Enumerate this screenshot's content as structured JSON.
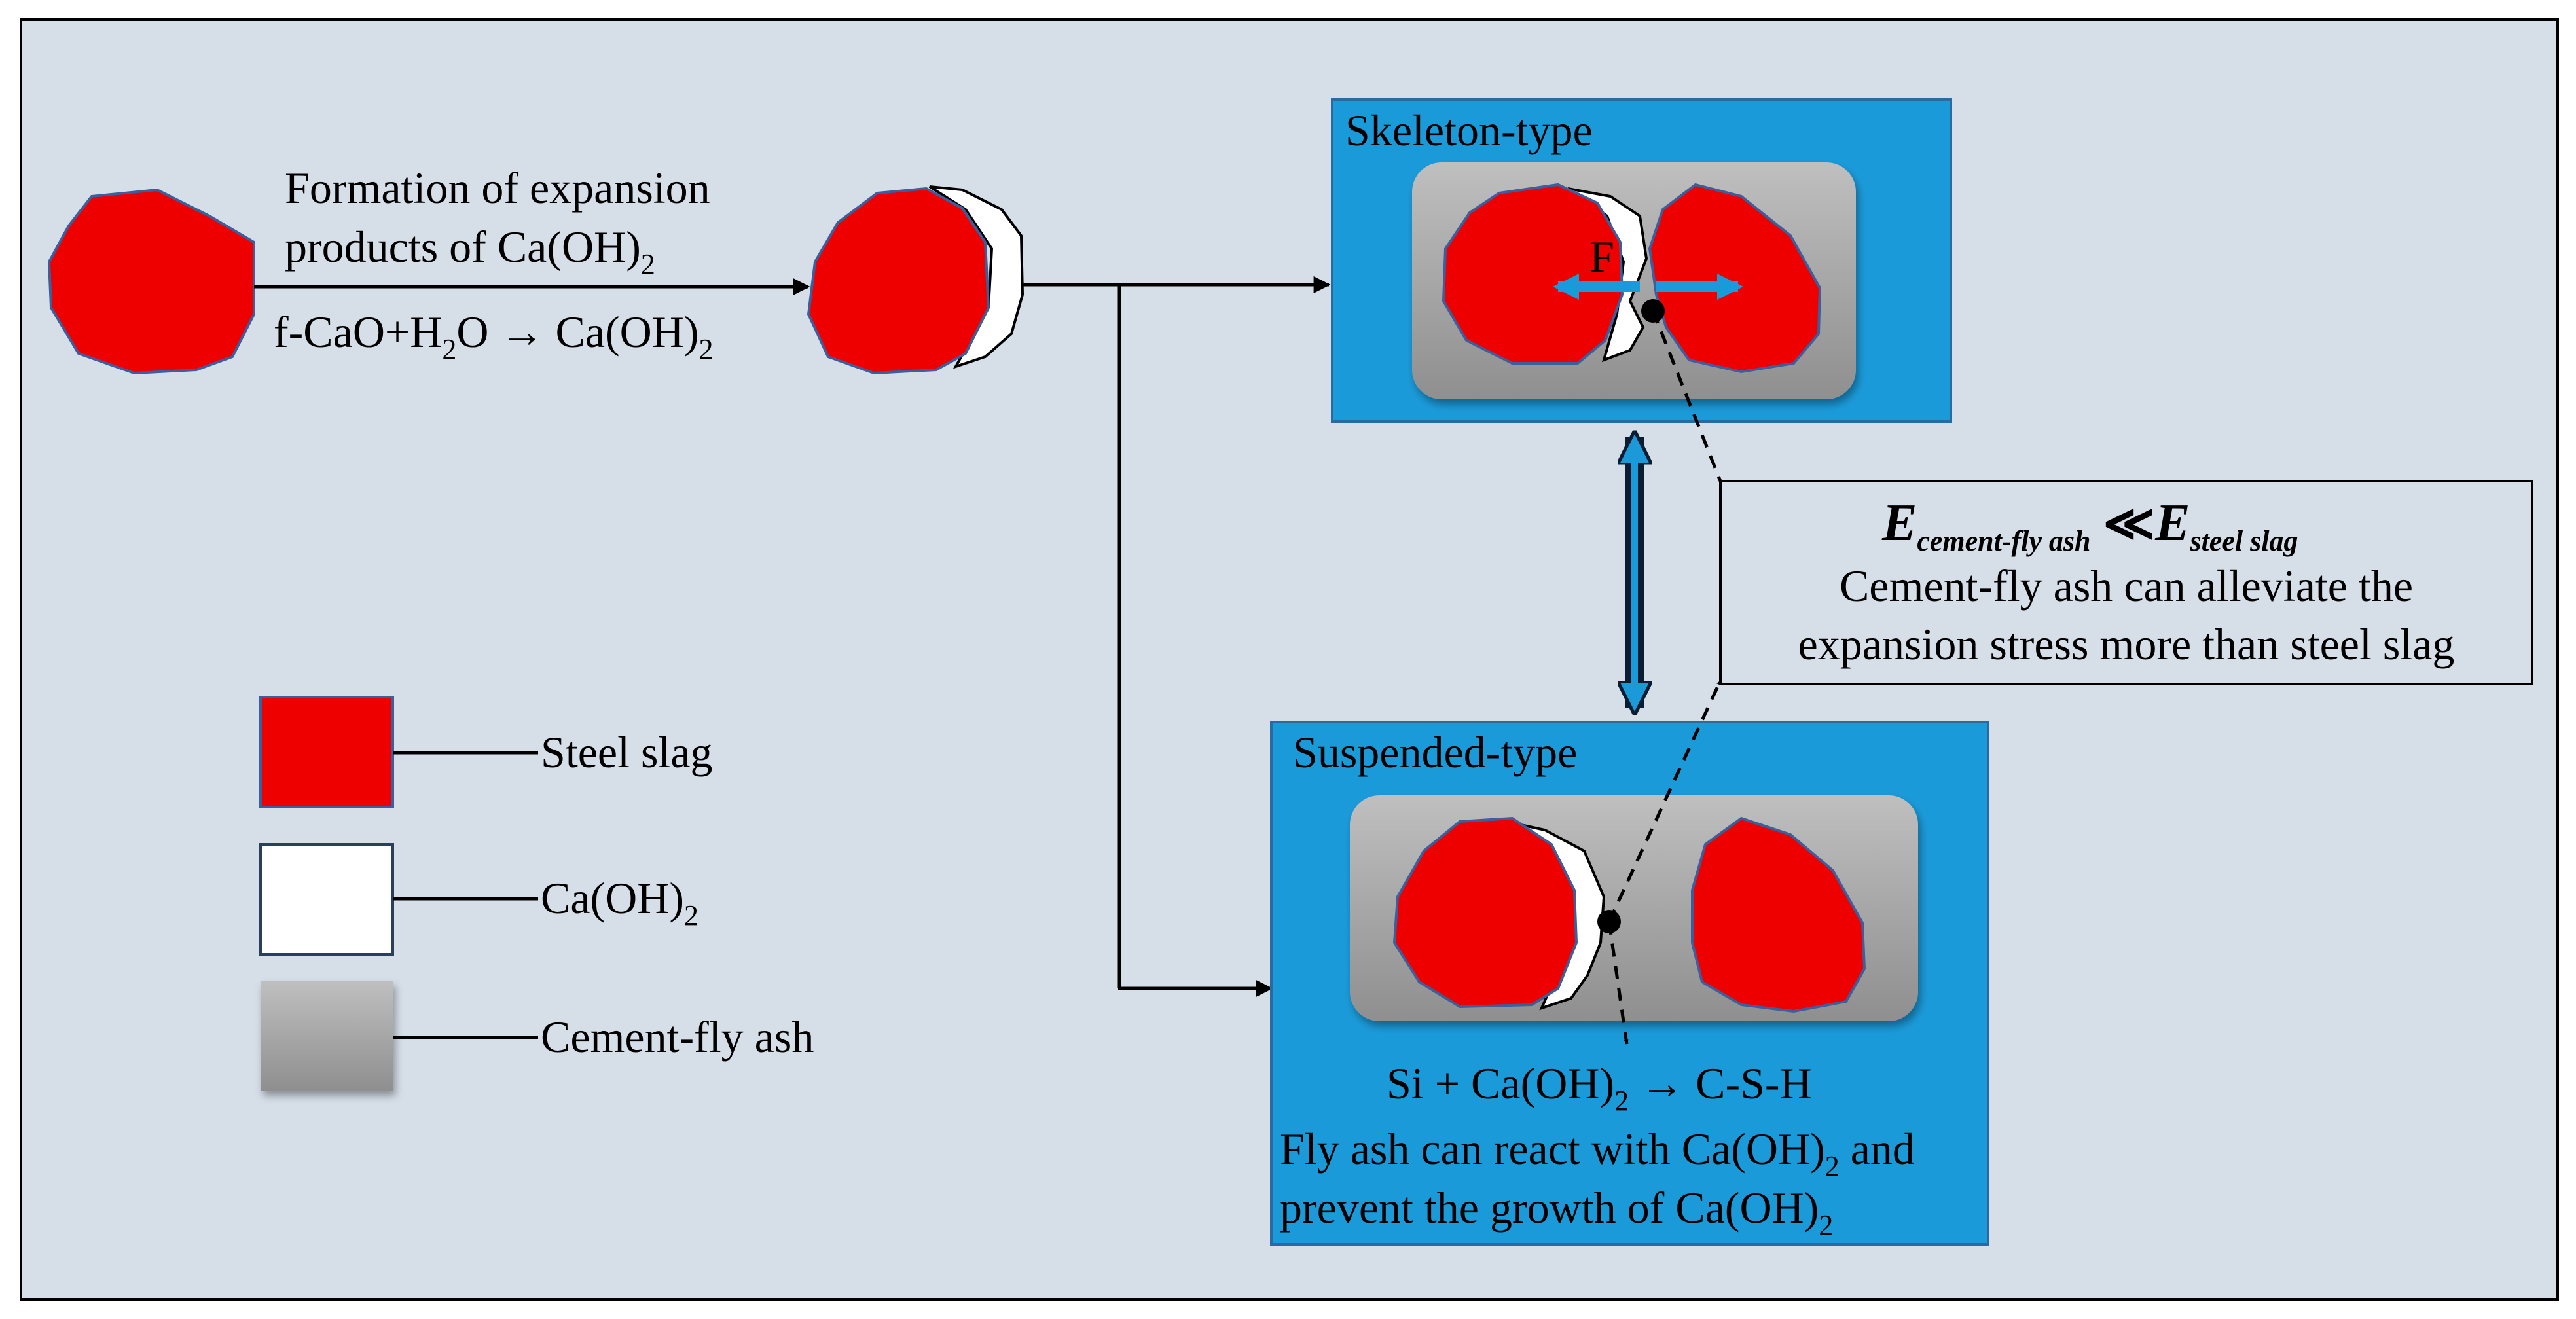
{
  "colors": {
    "background": "#d6dee8",
    "steel_slag": "#ee0000",
    "slag_outline": "#3a5f9c",
    "caoh2": "#ffffff",
    "panel_blue": "#1b9ad9",
    "cement_gray": "#a6a6a6",
    "force_arrow": "#1b9ad9",
    "line": "#000000"
  },
  "reaction": {
    "line1": "Formation of expansion",
    "line2_main": "products of Ca(OH)",
    "line2_sub": "2",
    "eq_a": "f-CaO+H",
    "eq_a_sub": "2",
    "eq_b": "O → Ca(OH)",
    "eq_b_sub": "2"
  },
  "skeleton": {
    "title": "Skeleton-type",
    "force_label": "F"
  },
  "suspended": {
    "title": "Suspended-type",
    "eq_a": "Si + Ca(OH)",
    "eq_a_sub": "2",
    "eq_b": " → C-S-H",
    "line1_a": "Fly ash can react with Ca(OH)",
    "line1_sub": "2",
    "line1_b": " and",
    "line2_a": "prevent the growth of Ca(OH)",
    "line2_sub": "2"
  },
  "note": {
    "e_symbol": "E",
    "sub_cement": "cement-fly ash",
    "relation": " ≪",
    "sub_steel": "steel slag",
    "line1": "Cement-fly ash can alleviate the",
    "line2": "expansion stress more than steel slag"
  },
  "legend": {
    "steel_slag": "Steel slag",
    "caoh2_main": "Ca(OH)",
    "caoh2_sub": "2",
    "cement": "Cement-fly ash"
  }
}
